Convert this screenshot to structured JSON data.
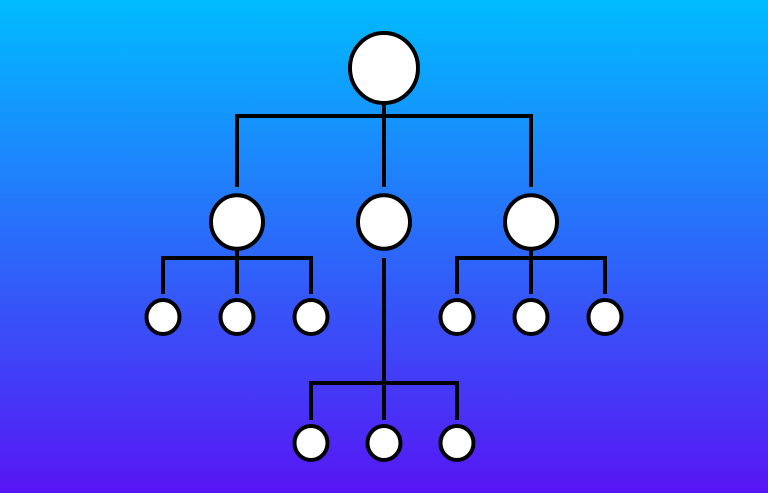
{
  "diagram": {
    "type": "hierarchy-tree",
    "colors": {
      "background_top": "#00bcff",
      "background_bottom": "#5716f4",
      "node_fill": "#ffffff",
      "stroke": "#000000"
    },
    "tree": {
      "id": "root",
      "children": [
        {
          "id": "a",
          "children": [
            {
              "id": "a1"
            },
            {
              "id": "a2"
            },
            {
              "id": "a3"
            }
          ]
        },
        {
          "id": "b",
          "children": [
            {
              "id": "b1"
            },
            {
              "id": "b2"
            },
            {
              "id": "b3"
            }
          ]
        },
        {
          "id": "c",
          "children": [
            {
              "id": "c1"
            },
            {
              "id": "c2"
            },
            {
              "id": "c3"
            }
          ]
        }
      ]
    }
  }
}
